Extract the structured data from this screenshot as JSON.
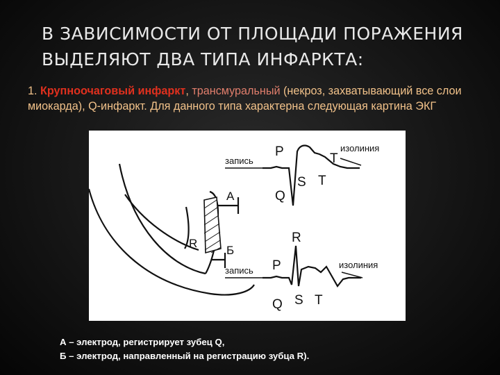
{
  "slide": {
    "title_line1": "В ЗАВИСИМОСТИ ОТ ПЛОЩАДИ ПОРАЖЕНИЯ",
    "title_line2": "ВЫДЕЛЯЮТ ДВА ТИПА ИНФАРКТА:"
  },
  "body": {
    "num": "1. ",
    "term": "Крупноочаговый инфаркт",
    "comma": ", ",
    "synonym": "трансмуральный",
    "rest": " (некроз, захватывающий все слои миокарда), Q-инфаркт. Для данного типа характерна следующая картина ЭКГ"
  },
  "figure": {
    "ecg_top": {
      "record": "запись",
      "isoline": "изолиния",
      "p": "P",
      "q": "Q",
      "s": "S",
      "t1": "T",
      "t2": "T"
    },
    "ecg_bottom": {
      "record": "запись",
      "isoline": "изолиния",
      "p": "P",
      "q": "Q",
      "r": "R",
      "s": "S",
      "t": "T"
    },
    "heart": {
      "electrode_a": "А",
      "electrode_b": "Б",
      "r_label": "R"
    }
  },
  "caption": {
    "line1": "А – электрод, регистрирует зубец Q,",
    "line2": "Б – электрод, направленный на регистрацию зубца R)."
  }
}
